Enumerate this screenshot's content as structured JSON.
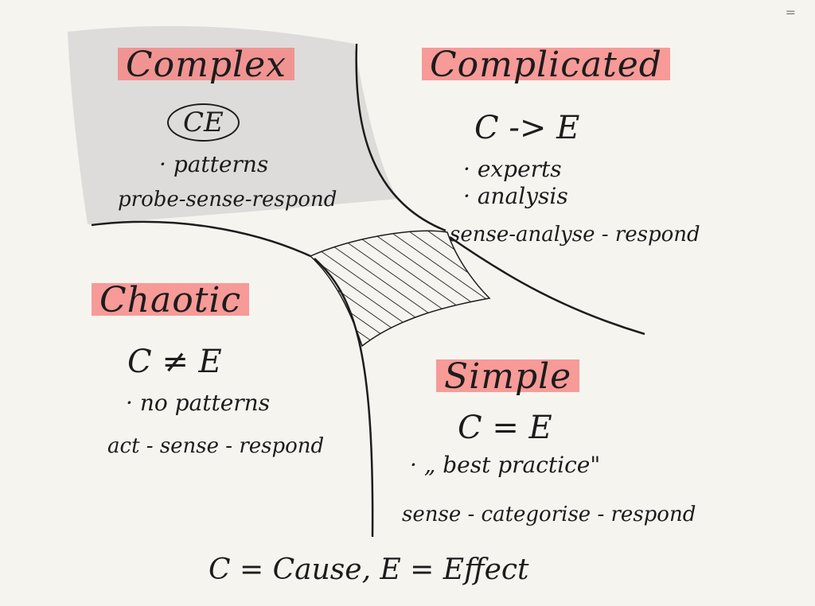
{
  "colors": {
    "paper": "#f6f4ef",
    "ink": "#1c1c1c",
    "highlight": "#f77876",
    "shade": "#c9c9c9"
  },
  "menu_glyph": "=",
  "domains": {
    "complex": {
      "title": "Complex",
      "relation": "CE",
      "bullets": [
        "patterns"
      ],
      "response": "probe-sense-respond"
    },
    "complicated": {
      "title": "Complicated",
      "relation": "C -> E",
      "bullets": [
        "experts",
        "analysis"
      ],
      "response": "sense-analyse - respond"
    },
    "chaotic": {
      "title": "Chaotic",
      "relation": "C ≠ E",
      "bullets": [
        "no patterns"
      ],
      "response": "act - sense - respond"
    },
    "simple": {
      "title": "Simple",
      "relation": "C = E",
      "bullets": [
        "„ best practice\""
      ],
      "response": "sense - categorise - respond"
    }
  },
  "legend": "C = Cause, E = Effect"
}
